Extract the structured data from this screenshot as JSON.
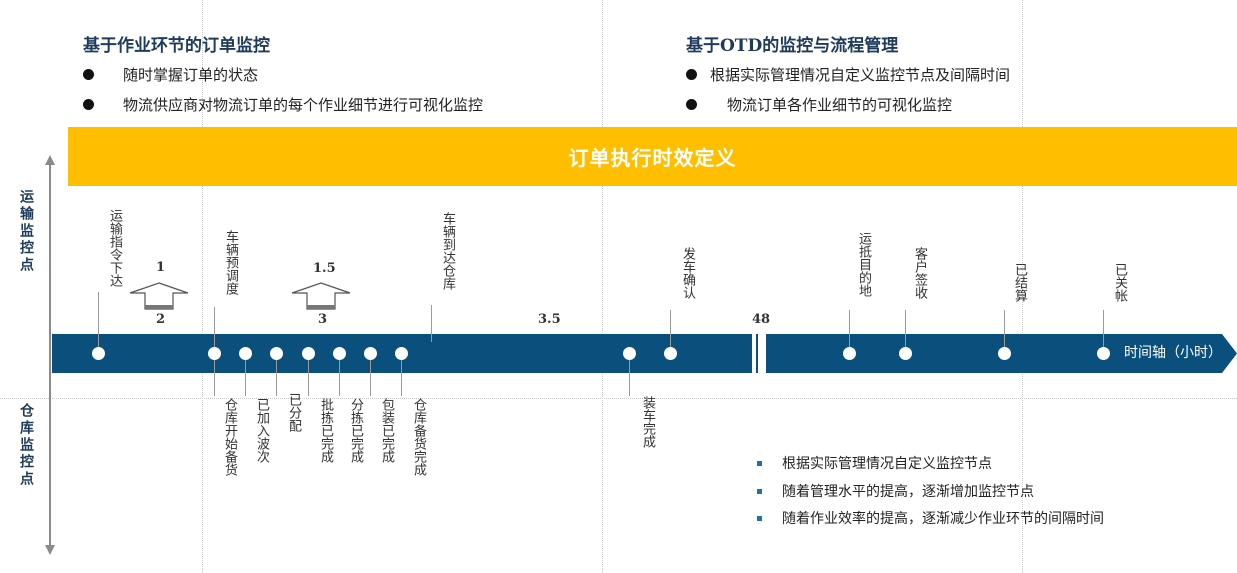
{
  "headings": {
    "left": "基于作业环节的订单监控",
    "right": "基于OTD的监控与流程管理"
  },
  "left_bullets": [
    "随时掌握订单的状态",
    "物流供应商对物流订单的每个作业细节进行可视化监控"
  ],
  "right_bullets": [
    "根据实际管理情况自定义监控节点及间隔时间",
    "物流订单各作业细节的可视化监控"
  ],
  "band_title": "订单执行时效定义",
  "side_labels": {
    "top": "运输监控点",
    "bottom": "仓库监控点"
  },
  "transport_nodes": [
    "运输指令下达",
    "车辆预调度",
    "车辆到达仓库",
    "发车确认",
    "运抵目的地",
    "客户签收",
    "已结算",
    "已关帐"
  ],
  "warehouse_nodes": [
    "仓库开始备货",
    "已加入波次",
    "已分配",
    "批拣已完成",
    "分拣已完成",
    "包装已完成",
    "仓库备货完成",
    "装车完成"
  ],
  "durations": {
    "d1": "1",
    "d2": "2",
    "d15": "1.5",
    "d3": "3",
    "d35": "3.5",
    "d48": "48"
  },
  "axis_label": "时间轴（小时）",
  "notes": [
    "根据实际管理情况自定义监控节点",
    "随着管理水平的提高，逐渐增加监控节点",
    "随着作业效率的提高，逐渐减少作业环节的间隔时间"
  ],
  "colors": {
    "band": "#ffbf00",
    "axis": "#0b4f7c",
    "heading": "#1f3b5c"
  }
}
